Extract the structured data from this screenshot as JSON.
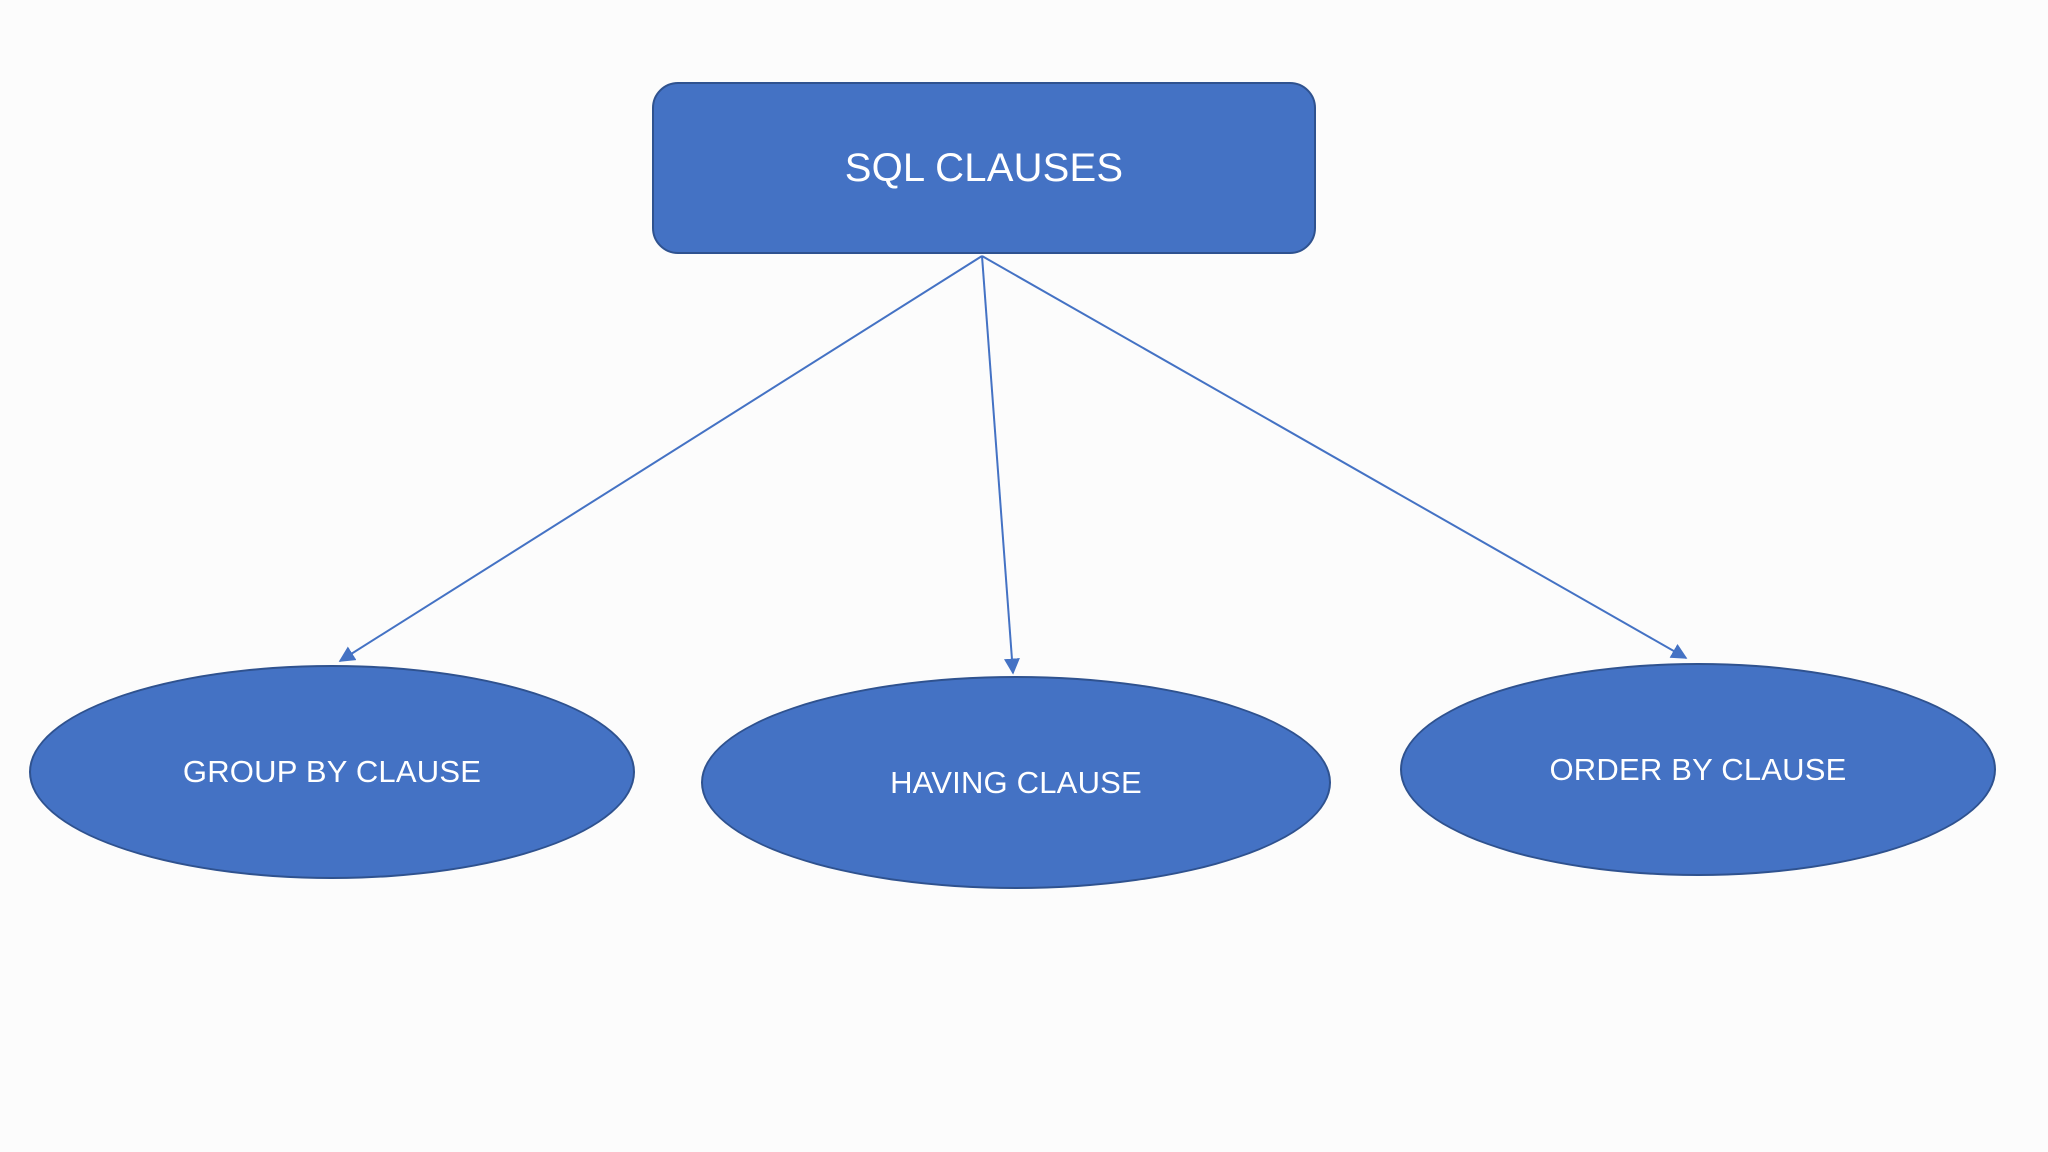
{
  "diagram": {
    "root": {
      "label": "SQL CLAUSES"
    },
    "children": [
      {
        "label": "GROUP BY CLAUSE"
      },
      {
        "label": "HAVING CLAUSE"
      },
      {
        "label": "ORDER BY CLAUSE"
      }
    ],
    "colors": {
      "node_fill": "#4472C4",
      "node_border": "#2F528F",
      "connector": "#4472C4",
      "label_text": "#FFFFFF",
      "background": "#FCFCFC"
    }
  }
}
